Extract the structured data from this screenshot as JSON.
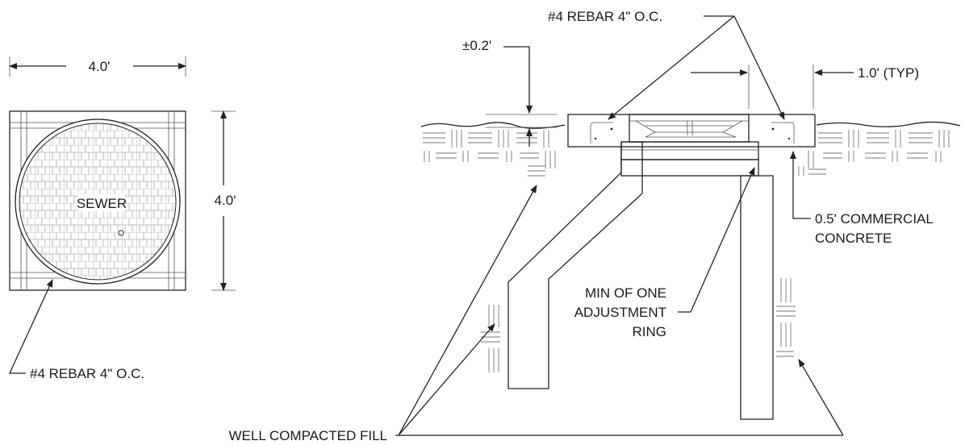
{
  "plan_view": {
    "width_dim": "4.0'",
    "height_dim": "4.0'",
    "cover_text": "SEWER",
    "rebar_note": "#4 REBAR 4\" O.C."
  },
  "section_view": {
    "rebar_note": "#4 REBAR 4\" O.C.",
    "tolerance_dim": "±0.2'",
    "edge_dim": "1.0' (TYP)",
    "concrete_note_line1": "0.5' COMMERCIAL",
    "concrete_note_line2": "CONCRETE",
    "ring_note_line1": "MIN OF ONE",
    "ring_note_line2": "ADJUSTMENT",
    "ring_note_line3": "RING",
    "fill_note": "WELL COMPACTED FILL"
  }
}
